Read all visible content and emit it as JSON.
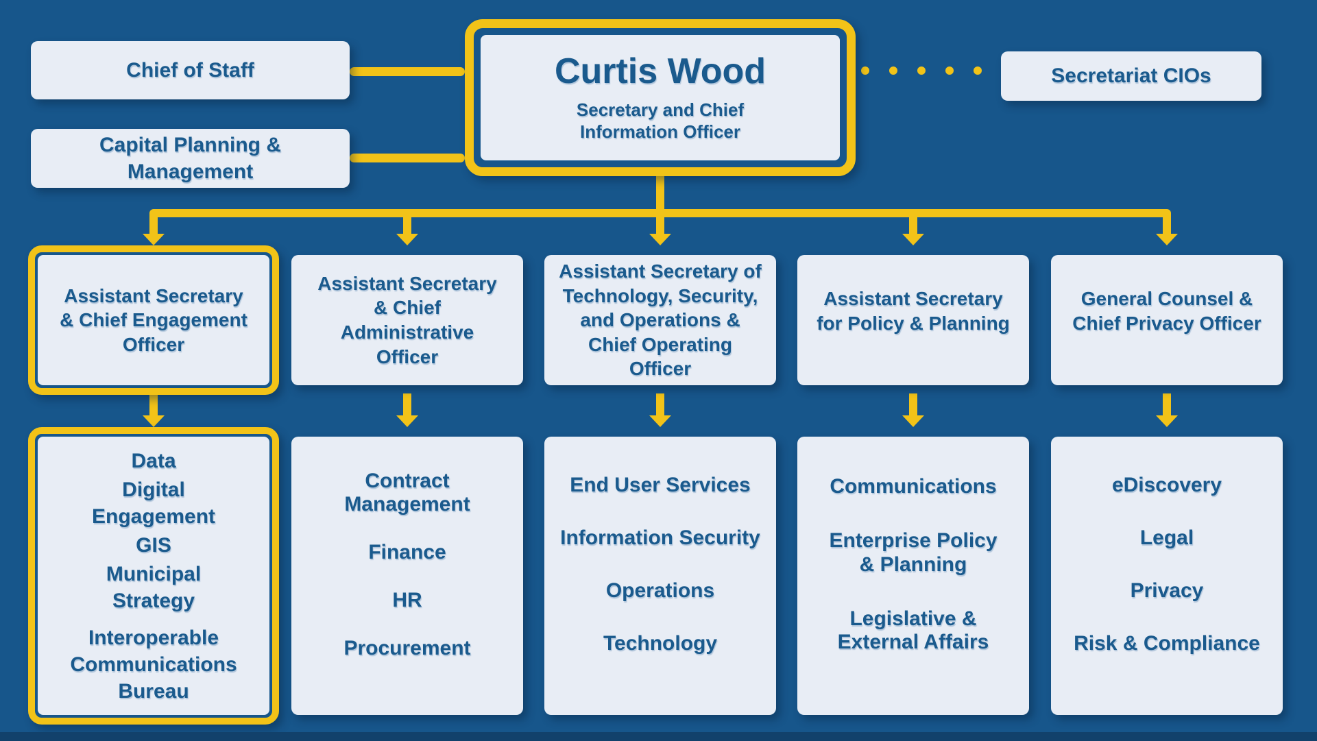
{
  "colors": {
    "background": "#17568B",
    "box_fill": "#E8EDF5",
    "ink": "#1A5A8D",
    "accent": "#F2C318",
    "bottom_edge": "#12416B"
  },
  "ceo": {
    "name": "Curtis Wood",
    "title": "Secretary and Chief\nInformation Officer"
  },
  "top_row": {
    "chief_of_staff": "Chief of Staff",
    "capital_planning": "Capital Planning &\nManagement",
    "secretariat_cios": "Secretariat CIOs"
  },
  "level2": [
    {
      "label": "Assistant Secretary\n& Chief Engagement\nOfficer",
      "highlighted": true
    },
    {
      "label": "Assistant Secretary\n& Chief\nAdministrative\nOfficer",
      "highlighted": false
    },
    {
      "label": "Assistant Secretary of\nTechnology, Security,\nand Operations &\nChief Operating\nOfficer",
      "highlighted": false
    },
    {
      "label": "Assistant Secretary\nfor Policy & Planning",
      "highlighted": false
    },
    {
      "label": "General Counsel &\nChief Privacy Officer",
      "highlighted": false
    }
  ],
  "level3": [
    {
      "highlighted": true,
      "items": [
        "Data",
        "Digital\nEngagement",
        "GIS",
        "Municipal\nStrategy",
        "Interoperable\nCommunications\nBureau"
      ]
    },
    {
      "highlighted": false,
      "items": [
        "Contract\nManagement",
        "Finance",
        "HR",
        "Procurement"
      ]
    },
    {
      "highlighted": false,
      "items": [
        "End User Services",
        "Information Security",
        "Operations",
        "Technology"
      ]
    },
    {
      "highlighted": false,
      "items": [
        "Communications",
        "Enterprise Policy\n& Planning",
        "Legislative &\nExternal Affairs"
      ]
    },
    {
      "highlighted": false,
      "items": [
        "eDiscovery",
        "Legal",
        "Privacy",
        "Risk & Compliance"
      ]
    }
  ]
}
